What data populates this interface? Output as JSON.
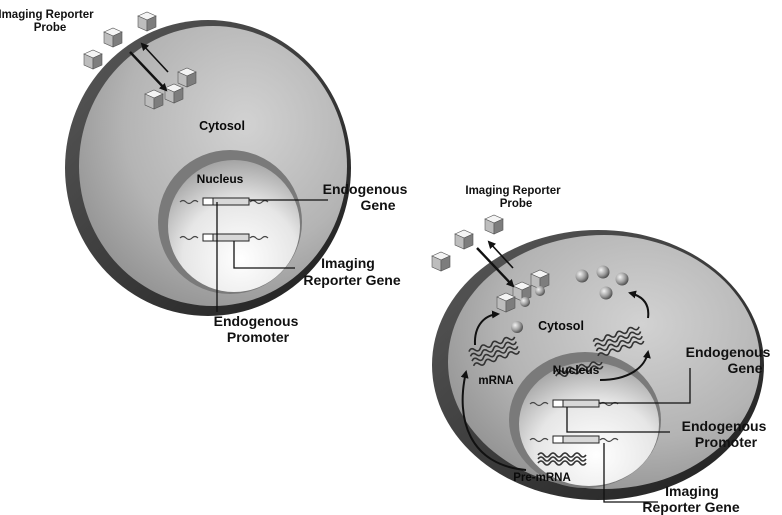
{
  "left_panel": {
    "probe_label_line1": "Imaging Reporter",
    "probe_label_line2": "Probe",
    "cytosol_label": "Cytosol",
    "nucleus_label": "Nucleus",
    "endogenous_gene_line1": "Endogenous",
    "endogenous_gene_line2": "Gene",
    "reporter_gene_line1": "Imaging",
    "reporter_gene_line2": "Reporter Gene",
    "promoter_line1": "Endogenous",
    "promoter_line2": "Promoter"
  },
  "right_panel": {
    "probe_label_line1": "Imaging Reporter",
    "probe_label_line2": "Probe",
    "cytosol_label": "Cytosol",
    "nucleus_label": "Nucleus",
    "mrna_label": "mRNA",
    "pre_mrna_label": "Pre-mRNA",
    "endogenous_gene_line1": "Endogenous",
    "endogenous_gene_line2": "Gene",
    "promoter_line1": "Endogenous",
    "promoter_line2": "Promoter",
    "reporter_gene_line1": "Imaging",
    "reporter_gene_line2": "Reporter Gene"
  },
  "colors": {
    "cell_fill": "#b8b8b8",
    "cell_rim": "#3c3c3c",
    "nucleus_fill": "#ededed",
    "ink": "#111111"
  }
}
